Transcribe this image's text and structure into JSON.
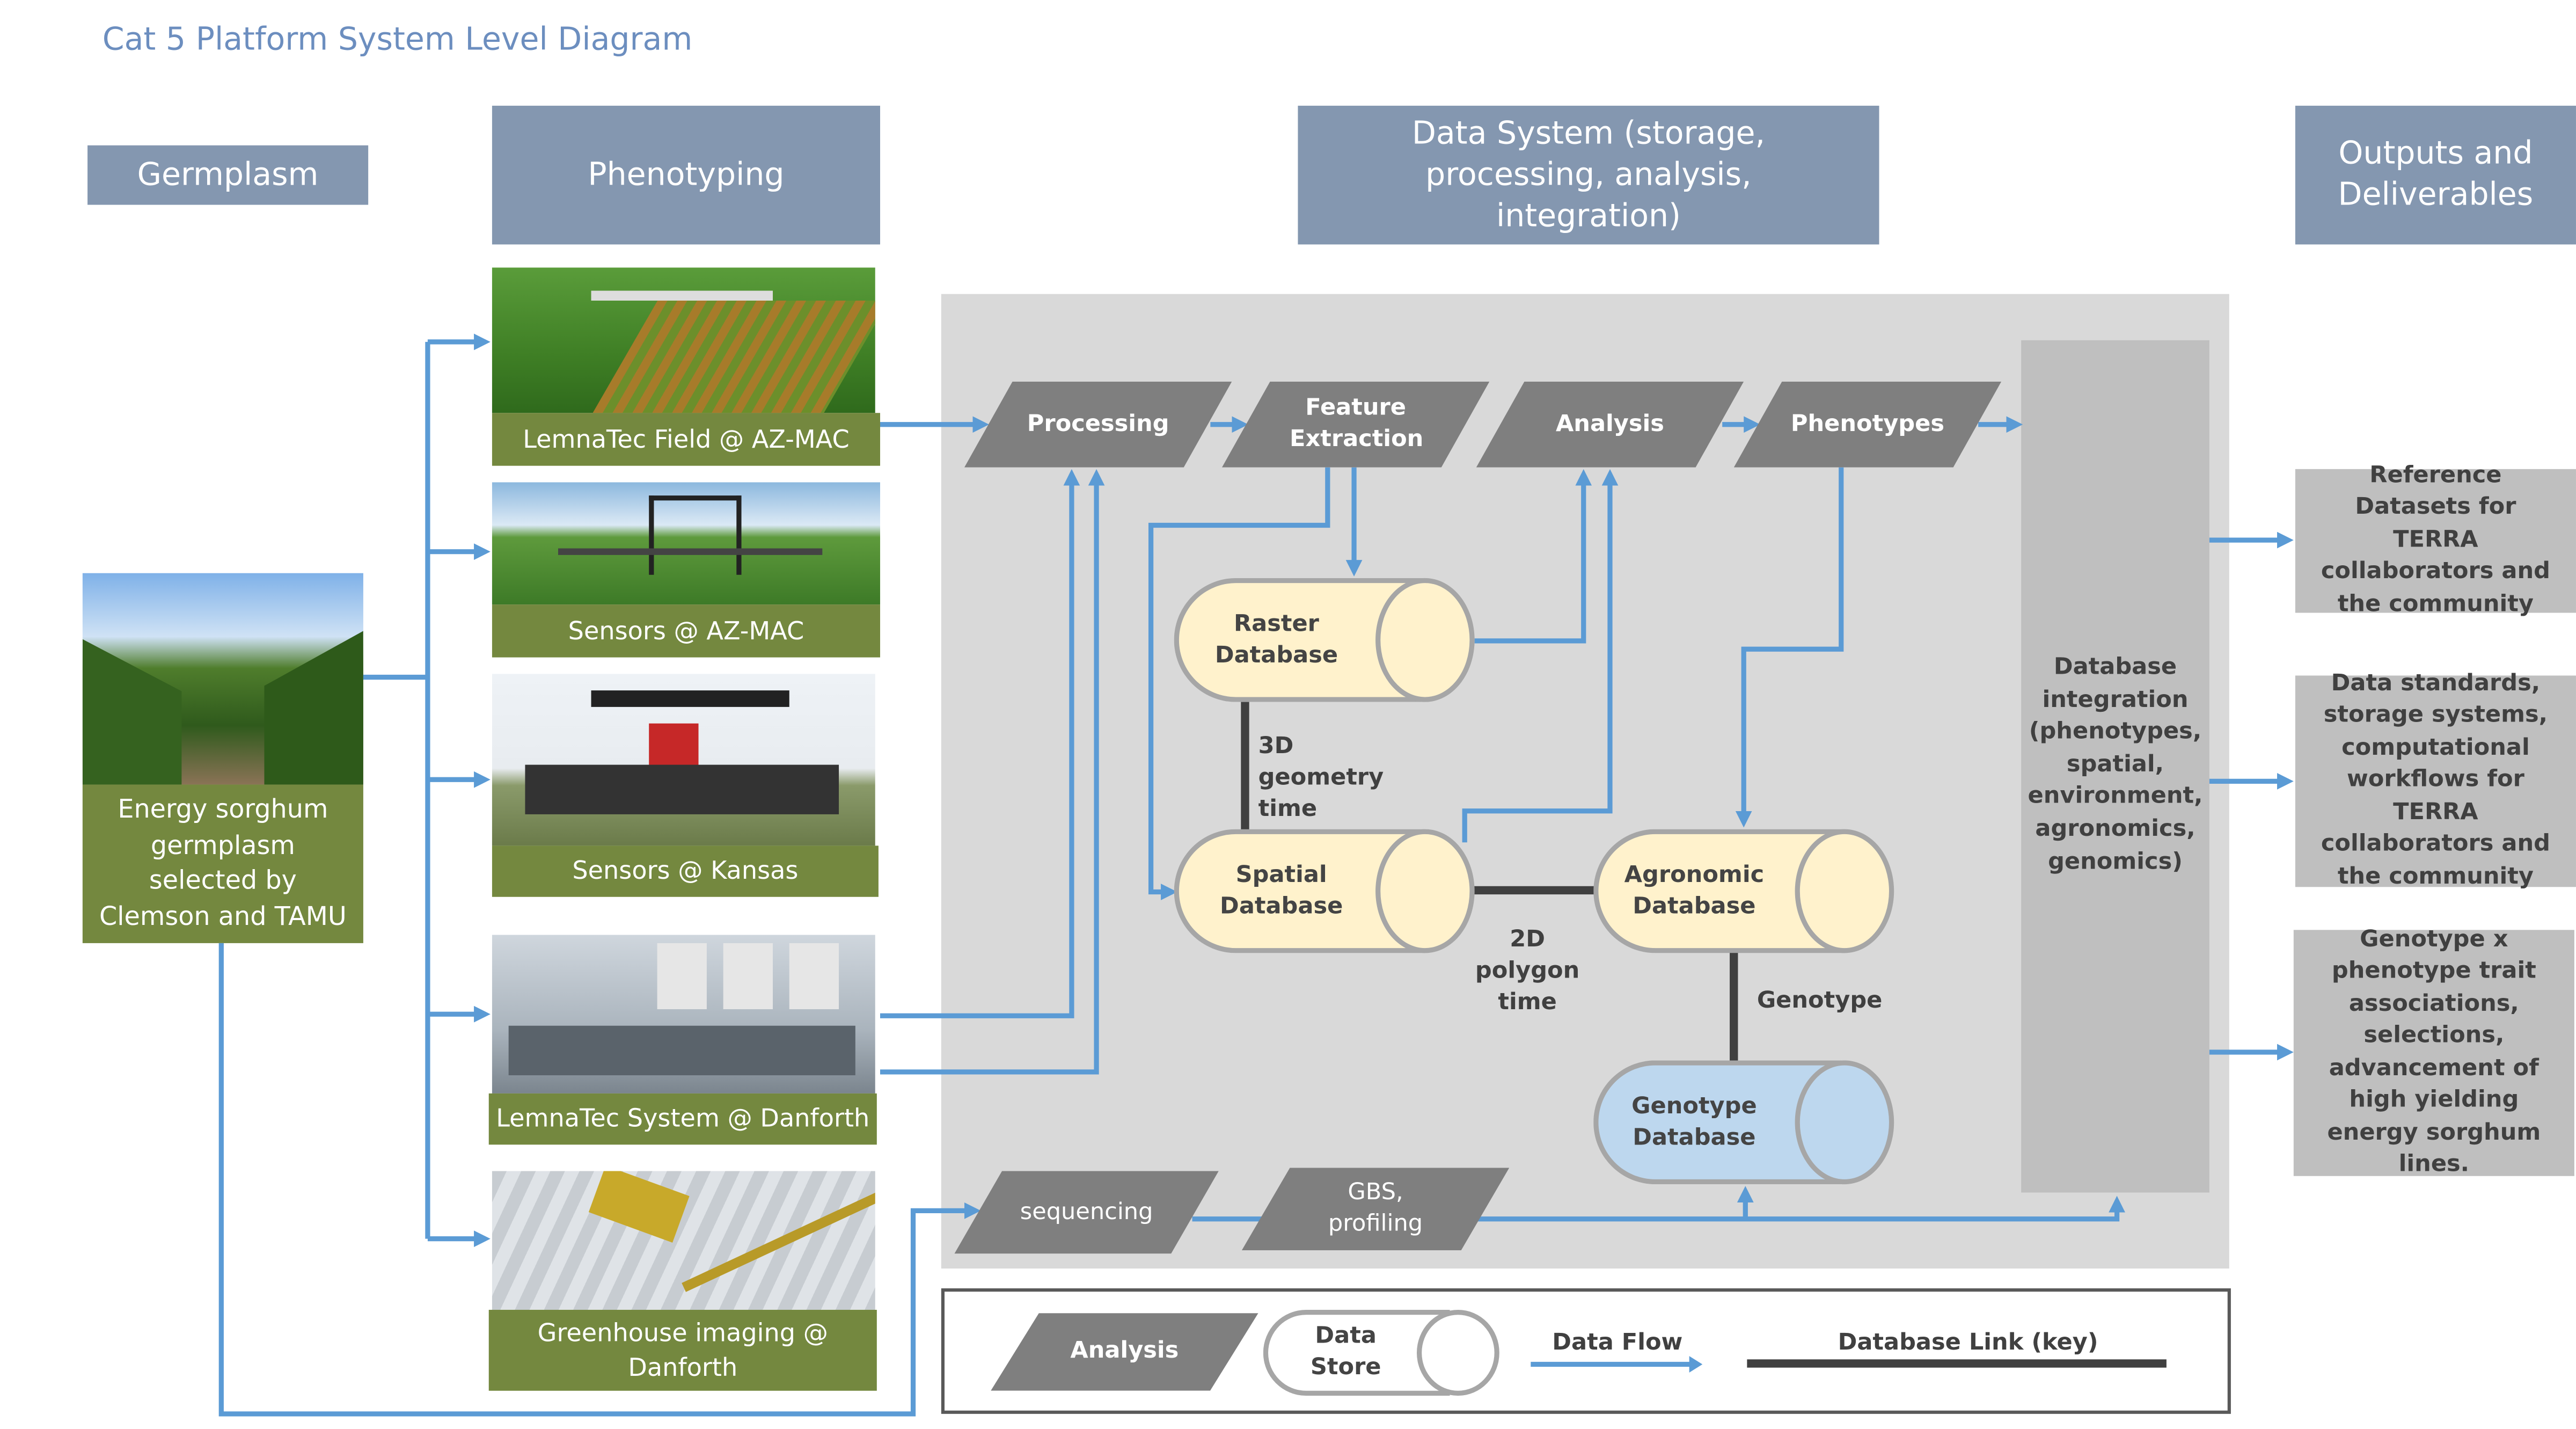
{
  "title": "Cat 5 Platform System Level Diagram",
  "headers": {
    "germplasm": "Germplasm",
    "phenotyping": "Phenotyping",
    "data_system": "Data System (storage, processing, analysis, integration)",
    "outputs": "Outputs and Deliverables"
  },
  "germplasm_source": {
    "caption": "Energy sorghum germplasm selected by Clemson and TAMU",
    "photo": "sorghum-field-photo"
  },
  "phenotyping_sites": [
    {
      "caption": "LemnaTec Field @ AZ-MAC",
      "photo": "field-gantry-photo"
    },
    {
      "caption": "Sensors @ AZ-MAC",
      "photo": "field-tractor-photo"
    },
    {
      "caption": "Sensors @ Kansas",
      "photo": "sensor-tractor-photo"
    },
    {
      "caption": "LemnaTec System @ Danforth",
      "photo": "lab-system-photo"
    },
    {
      "caption": "Greenhouse imaging @ Danforth",
      "photo": "greenhouse-camera-photo"
    }
  ],
  "pipeline": {
    "processing": "Processing",
    "feature_extraction": "Feature Extraction",
    "analysis": "Analysis",
    "phenotypes": "Phenotypes",
    "sequencing": "sequencing",
    "gbs_profiling": "GBS, profiling"
  },
  "databases": {
    "raster": "Raster Database",
    "spatial": "Spatial Database",
    "agronomic": "Agronomic Database",
    "genotype": "Genotype Database"
  },
  "link_labels": {
    "raster_spatial": "3D geometry time",
    "spatial_agronomic": "2D polygon time",
    "agronomic_genotype": "Genotype"
  },
  "integration": "Database integration (phenotypes, spatial, environment, agronomics, genomics)",
  "outputs": [
    "Reference Datasets for TERRA collaborators and the community",
    "Data standards, storage systems, computational workflows for TERRA collaborators and the community",
    "Genotype x phenotype trait associations, selections, advancement of high yielding energy sorghum lines."
  ],
  "legend": {
    "analysis": "Analysis",
    "data_store": "Data Store",
    "data_flow": "Data Flow",
    "database_link": "Database Link (key)"
  },
  "colors": {
    "header": "#8497b0",
    "caption_green": "#74883f",
    "step_gray": "#7f7f7f",
    "panel": "#d9d9d9",
    "flow_blue": "#5b9bd5",
    "db_yellow": "#fff2cc",
    "db_blue": "#bdd7ee",
    "link": "#404040",
    "title": "#6c8ebf"
  }
}
